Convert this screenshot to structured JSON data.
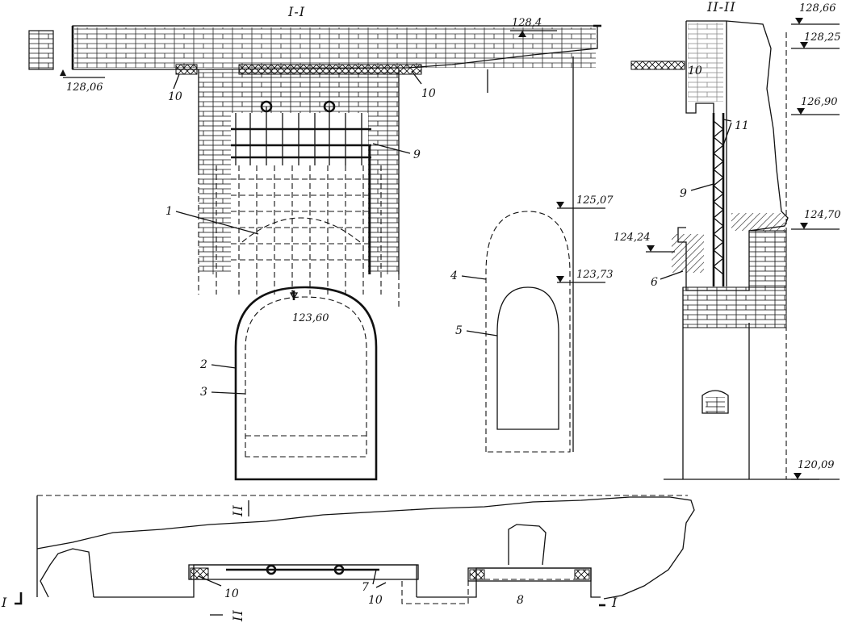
{
  "sections": {
    "s1": "I-I",
    "s2": "II-II"
  },
  "elevations": {
    "e128_4": "128,4",
    "e128_06": "128,06",
    "e123_60": "123,60",
    "e125_07": "125,07",
    "e123_73": "123,73",
    "e128_66": "128,66",
    "e128_25": "128,25",
    "e126_90": "126,90",
    "e124_70": "124,70",
    "e124_24": "124,24",
    "e120_09": "120,09"
  },
  "callouts": {
    "c1": "1",
    "c2": "2",
    "c3": "3",
    "c4": "4",
    "c5": "5",
    "c6": "6",
    "c7": "7",
    "c8": "8",
    "c9a": "9",
    "c9b": "9",
    "c10a": "10",
    "c10b": "10",
    "c10c": "10",
    "c10d": "10",
    "c10e": "10",
    "c11": "11"
  },
  "cut_marks": {
    "left_I": "I",
    "right_I": "I",
    "top_II": "II",
    "bottom_II": "II"
  }
}
